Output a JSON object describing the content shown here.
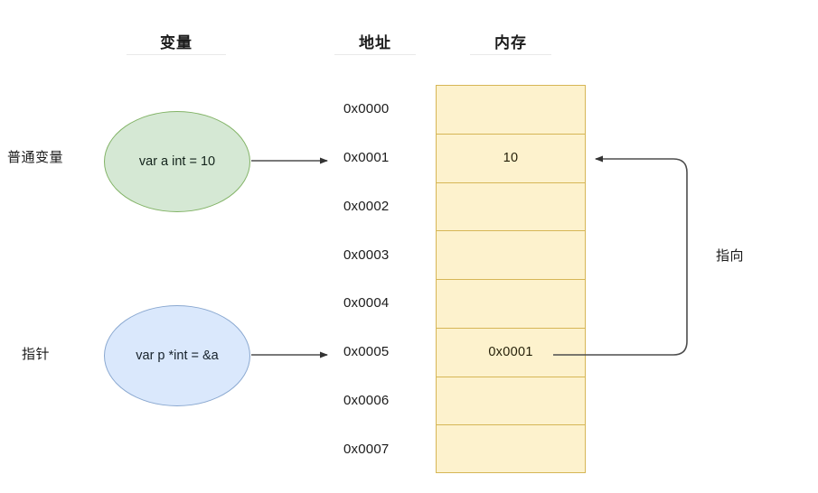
{
  "headers": {
    "variable": "变量",
    "address": "地址",
    "memory": "内存"
  },
  "row_labels": {
    "normal_variable": "普通变量",
    "pointer": "指针"
  },
  "nodes": {
    "variable_declaration": "var a int = 10",
    "pointer_declaration": "var p *int = &a"
  },
  "addresses": [
    "0x0000",
    "0x0001",
    "0x0002",
    "0x0003",
    "0x0004",
    "0x0005",
    "0x0006",
    "0x0007"
  ],
  "memory_cells": [
    "",
    "10",
    "",
    "",
    "",
    "0x0001",
    "",
    ""
  ],
  "annotations": {
    "points_to": "指向"
  },
  "colors": {
    "variable_node_fill": "#d5e8d4",
    "variable_node_stroke": "#82b366",
    "pointer_node_fill": "#dae8fc",
    "pointer_node_stroke": "#8aa8d0",
    "memory_fill": "#fdf2cd",
    "memory_stroke": "#d6b656",
    "arrow_stroke": "#4d4d4d",
    "text": "#1b1b1b",
    "background": "#ffffff"
  }
}
